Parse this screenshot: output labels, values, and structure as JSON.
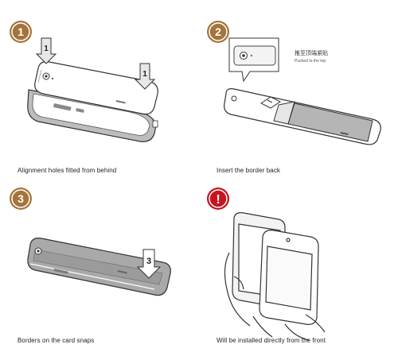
{
  "steps": [
    {
      "badge": "1",
      "caption": "Alignment holes fitted from behind"
    },
    {
      "badge": "2",
      "caption": "Insert the border back",
      "callout_cn": "推至顶端紧贴",
      "callout_en": "Pushed to the top"
    },
    {
      "badge": "3",
      "caption": "Borders on the card snaps"
    },
    {
      "badge": "!",
      "caption": "Will be installed directly from the front"
    }
  ],
  "arrow_labels": {
    "step1_left": "1",
    "step1_right": "1",
    "step3": "3"
  },
  "colors": {
    "badge_brown": "#a5743c",
    "badge_red": "#c8141e",
    "outline": "#333333",
    "metal": "#9a9a9a"
  }
}
